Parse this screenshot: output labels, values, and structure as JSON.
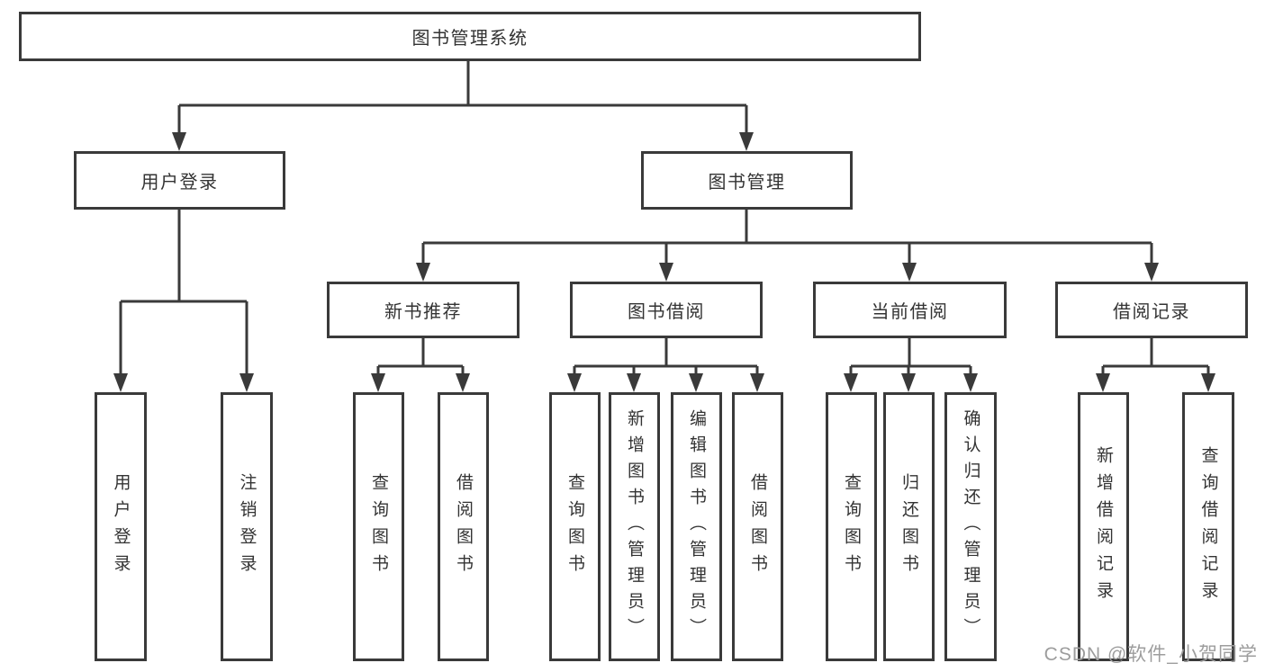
{
  "diagram": {
    "type": "function-structure-tree",
    "root": {
      "label": "图书管理系统",
      "children": [
        {
          "label": "用户登录",
          "children": [
            {
              "label": "用户登录"
            },
            {
              "label": "注销登录"
            }
          ]
        },
        {
          "label": "图书管理",
          "children": [
            {
              "label": "新书推荐",
              "children": [
                {
                  "label": "查询图书"
                },
                {
                  "label": "借阅图书"
                }
              ]
            },
            {
              "label": "图书借阅",
              "children": [
                {
                  "label": "查询图书"
                },
                {
                  "label": "新增图书（管理员）"
                },
                {
                  "label": "编辑图书（管理员）"
                },
                {
                  "label": "借阅图书"
                }
              ]
            },
            {
              "label": "当前借阅",
              "children": [
                {
                  "label": "查询图书"
                },
                {
                  "label": "归还图书"
                },
                {
                  "label": "确认归还（管理员）"
                }
              ]
            },
            {
              "label": "借阅记录",
              "children": [
                {
                  "label": "新增借阅记录"
                },
                {
                  "label": "查询借阅记录"
                }
              ]
            }
          ]
        }
      ]
    }
  },
  "watermark": "CSDN @软件_小贺同学",
  "colors": {
    "line": "#3a3a3a",
    "text": "#333333",
    "watermark": "#9d9d9d",
    "background": "#ffffff"
  }
}
